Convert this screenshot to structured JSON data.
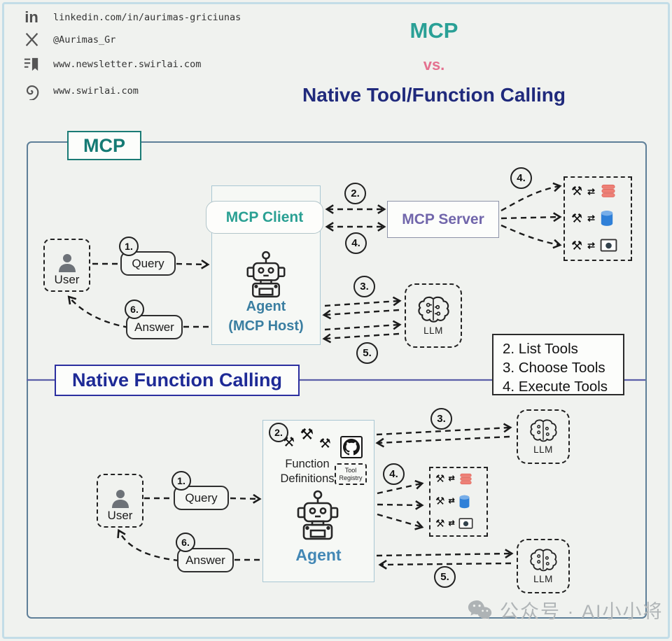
{
  "social": {
    "linkedin": {
      "label": "linkedin.com/in/aurimas-griciunas"
    },
    "x": {
      "label": "@Aurimas_Gr"
    },
    "newsletter": {
      "label": "www.newsletter.swirlai.com"
    },
    "website": {
      "label": "www.swirlai.com"
    }
  },
  "title": {
    "mcp": "MCP",
    "vs": "vs.",
    "native": "Native Tool/Function Calling"
  },
  "mcp": {
    "section_label": "MCP",
    "user": "User",
    "query": "Query",
    "answer": "Answer",
    "client": "MCP Client",
    "agent_line1": "Agent",
    "agent_line2": "(MCP Host)",
    "server": "MCP Server",
    "llm": "LLM",
    "steps": {
      "query": "1.",
      "client_server_top": "2.",
      "llm_top": "3.",
      "client_server_bottom": "4.",
      "server_tools": "4.",
      "llm_bottom": "5.",
      "answer": "6."
    }
  },
  "legend": {
    "line1": "2. List Tools",
    "line2": "3. Choose Tools",
    "line3": "4. Execute Tools"
  },
  "native": {
    "section_label": "Native Function Calling",
    "user": "User",
    "query": "Query",
    "answer": "Answer",
    "function_def_line1": "Function",
    "function_def_line2": "Definitions",
    "tool_registry_line1": "Tool",
    "tool_registry_line2": "Registry",
    "agent": "Agent",
    "llm_top": "LLM",
    "llm_bottom": "LLM",
    "steps": {
      "query": "1.",
      "function_defs": "2.",
      "llm_top": "3.",
      "tools": "4.",
      "llm_bottom": "5.",
      "answer": "6."
    }
  },
  "glyphs": {
    "tools": "⚒",
    "swap": "⇄"
  },
  "watermark": {
    "text": "公众号 · AI小小将"
  },
  "colors": {
    "title_teal": "#2aa096",
    "title_pink": "#e4718f",
    "title_navy": "#202a7c",
    "mcp_label_teal": "#147a74",
    "server_purple": "#7166ab",
    "agent_blue": "#3a7ea1",
    "agent_blue_bottom": "#4287b5",
    "db_blue": "#2f80d8",
    "layers_red": "#ee8076",
    "outer_border": "#5e7f98",
    "divider": "#5b5fa8"
  }
}
